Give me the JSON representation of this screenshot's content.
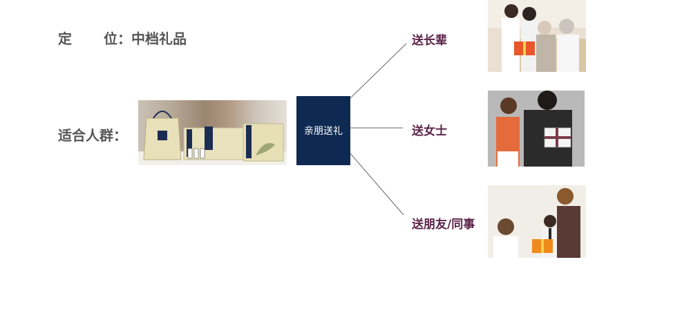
{
  "positioning": {
    "key_part1": "定",
    "key_part2": "位：",
    "value": "中档礼品"
  },
  "audience": {
    "key": "适合人群："
  },
  "product_image": {
    "description": "product-gift-set-photo"
  },
  "center": {
    "label": "亲朋送礼"
  },
  "targets": [
    {
      "label": "送长辈",
      "photo": "elders-receiving-gift-photo"
    },
    {
      "label": "送女士",
      "photo": "man-giving-gift-to-woman-photo"
    },
    {
      "label": "送朋友/同事",
      "photo": "colleagues-exchanging-gift-photo"
    }
  ],
  "colors": {
    "center_box": "#0f2a52",
    "target_text": "#5c2448",
    "key_text": "#555555",
    "line": "#666666"
  }
}
